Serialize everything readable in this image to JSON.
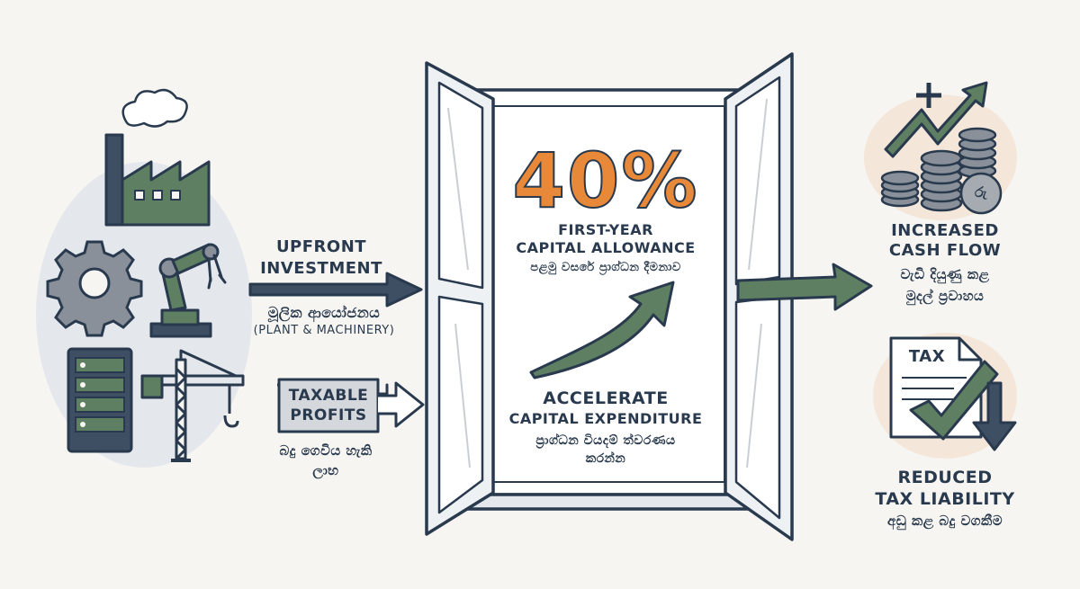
{
  "colors": {
    "ink": "#2a3a4e",
    "green": "#5e7f62",
    "accent_orange": "#e8893a",
    "steel_gray": "#8a9099",
    "background": "#f6f5f1",
    "panel_blue": "#e4e8ed"
  },
  "icons": [
    "factory-icon",
    "gear-icon",
    "robotic-arm-icon",
    "server-rack-icon",
    "construction-crane-icon",
    "window-icon",
    "growth-arrow-icon",
    "coin-stack-icon",
    "tax-document-icon",
    "checkmark-icon",
    "down-arrow-icon"
  ],
  "left": {
    "upfront": {
      "line1": "UPFRONT",
      "line2": "INVESTMENT",
      "sinhala": "මූලික ආයෝජනය",
      "sub": "(PLANT & MACHINERY)"
    },
    "taxable": {
      "line1": "TAXABLE",
      "line2": "PROFITS",
      "sinhala1": "බදු ගෙවිය හැකි",
      "sinhala2": "ලාභ"
    }
  },
  "center": {
    "percent": "40%",
    "allowance_line1": "FIRST-YEAR",
    "allowance_line2": "CAPITAL ALLOWANCE",
    "allowance_sinhala": "පළමු වසරේ ප්‍රාග්ධන දීමනාව",
    "accelerate_line1": "ACCELERATE",
    "accelerate_line2": "CAPITAL EXPENDITURE",
    "accelerate_sinhala1": "ප්‍රාග්ධන වියදම් ත්වරණය",
    "accelerate_sinhala2": "කරන්න"
  },
  "right": {
    "cash": {
      "line1": "INCREASED",
      "line2": "CASH FLOW",
      "sinhala1": "වැඩි දියුණු කළ",
      "sinhala2": "මුදල් ප්‍රවාහය",
      "coin_symbol": "රු"
    },
    "tax": {
      "doc_label": "TAX",
      "line1": "REDUCED",
      "line2": "TAX LIABILITY",
      "sinhala": "අඩු කළ බදු වගකීම"
    }
  }
}
